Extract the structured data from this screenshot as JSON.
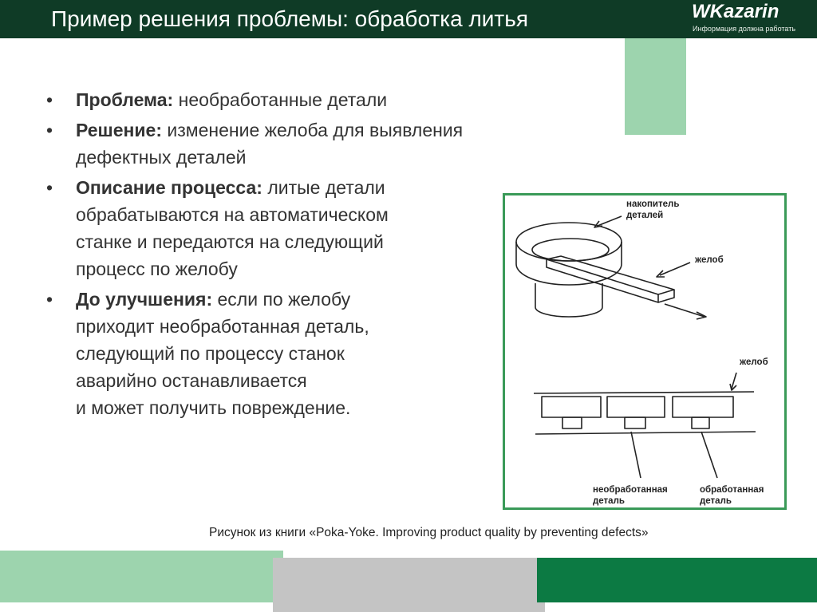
{
  "header": {
    "title": "Пример решения проблемы: обработка литья",
    "logo_name": "WKazarin",
    "logo_tagline": "Информация должна работать"
  },
  "bullets": [
    {
      "label": "Проблема:",
      "lines": [
        "необработанные детали"
      ]
    },
    {
      "label": "Решение:",
      "lines": [
        "изменение желоба для выявления",
        "дефектных деталей"
      ]
    },
    {
      "label": "Описание процесса:",
      "lines": [
        "литые детали",
        "обрабатываются на автоматическом",
        "станке и передаются на следующий",
        "процесс по желобу"
      ]
    },
    {
      "label": "До улучшения:",
      "lines": [
        "если по желобу",
        "приходит необработанная деталь,",
        "следующий по процессу станок",
        "аварийно останавливается",
        "и может получить повреждение."
      ]
    }
  ],
  "figure": {
    "labels": {
      "hopper_line1": "накопитель",
      "hopper_line2": "деталей",
      "chute_top": "желоб",
      "chute_bottom": "желоб",
      "raw_line1": "необработанная",
      "raw_line2": "деталь",
      "processed_line1": "обработанная",
      "processed_line2": "деталь"
    }
  },
  "caption": "Рисунок из книги «Poka-Yoke. Improving product quality by preventing defects»",
  "colors": {
    "header_bg": "#0f3b26",
    "accent_light_green": "#9dd4ae",
    "accent_dark_green": "#0c7a43",
    "accent_gray": "#c4c4c4",
    "figure_border": "#3a9a58"
  }
}
